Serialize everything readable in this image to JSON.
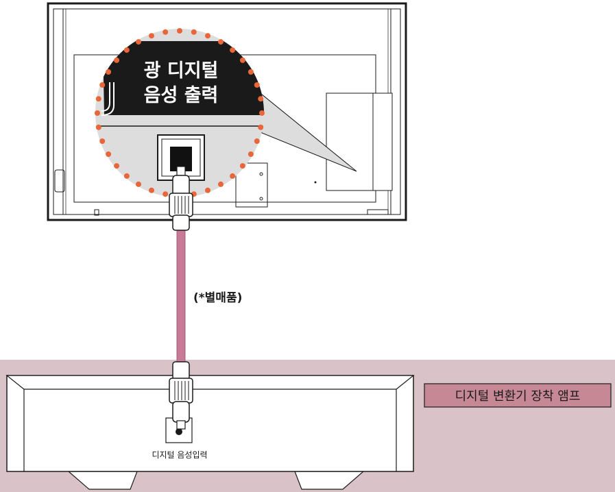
{
  "callout": {
    "line1": "광 디지털",
    "line2": "음성 출력"
  },
  "cable": {
    "note": "(*별매품)",
    "color": "#c97a96"
  },
  "amp": {
    "tag": "디지털 변환기 장착 앰프",
    "port_label": "디지털 음성입력",
    "band_color": "#d9c2c8",
    "tag_color": "#c78896"
  },
  "colors": {
    "dots": "#e8663a",
    "magnifier": "#dddddd",
    "label_bg": "#1a1a1a"
  }
}
